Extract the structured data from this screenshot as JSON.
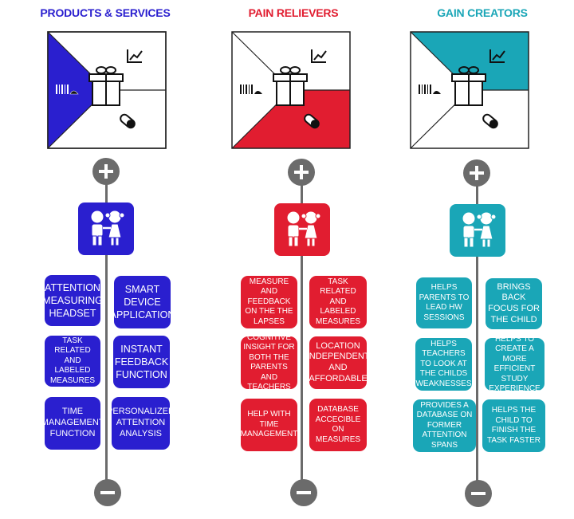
{
  "colors": {
    "blue": "#2a1fcf",
    "red": "#e11d30",
    "teal": "#1aa6b7",
    "gray": "#6b6b6b"
  },
  "columns": [
    {
      "id": "products",
      "title": "PRODUCTS & SERVICES",
      "color": "#2a1fcf",
      "icons": [
        "gift-icon",
        "chart-icon",
        "barcode-icon",
        "pill-icon",
        "kids-icon",
        "plus-icon",
        "minus-icon"
      ],
      "cards": [
        "ATTENTION MEASURING HEADSET",
        "SMART DEVICE APPLICATION",
        "TASK RELATED AND LABELED MEASURES",
        "INSTANT FEEDBACK FUNCTION",
        "TIME MANAGEMENT FUNCTION",
        "PERSONALIZED ATTENTION ANALYSIS"
      ]
    },
    {
      "id": "pain",
      "title": "PAIN RELIEVERS",
      "color": "#e11d30",
      "cards": [
        "MEASURE AND FEEDBACK ON THE THE LAPSES",
        "TASK RELATED AND LABELED MEASURES",
        "COGNITIVE INSIGHT FOR BOTH THE PARENTS AND TEACHERS",
        "LOCATION INDEPENDENT AND AFFORDABLE",
        "HELP WITH TIME MANAGEMENT",
        "DATABASE ACCECIBLE ON MEASURES"
      ]
    },
    {
      "id": "gain",
      "title": "GAIN CREATORS",
      "color": "#1aa6b7",
      "cards": [
        "HELPS PARENTS TO LEAD HW SESSIONS",
        "BRINGS BACK FOCUS FOR THE CHILD",
        "HELPS TEACHERS TO LOOK AT THE CHILDS WEAKNESSES",
        "HELPS TO CREATE A MORE EFFICIENT STUDY EXPERIENCE",
        "PROVIDES A DATABASE ON FORMER ATTENTION SPANS",
        "HELPS THE CHILD TO FINISH THE TASK FASTER"
      ]
    }
  ]
}
